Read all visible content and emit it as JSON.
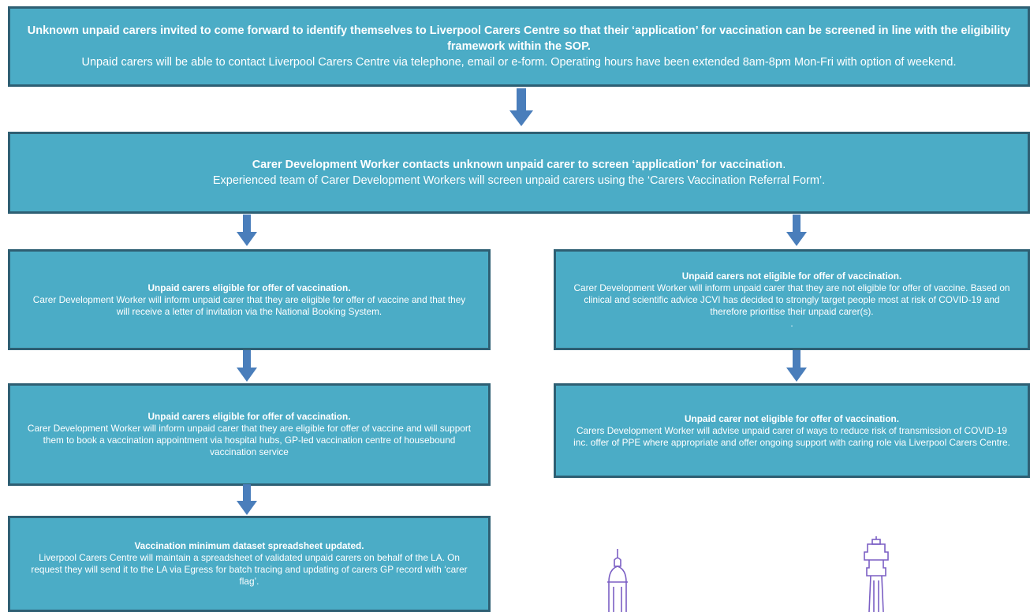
{
  "top_box": {
    "heading": "Unknown unpaid carers invited to come forward to identify themselves to Liverpool Carers Centre so that their ‘application’ for vaccination can be screened in line with the eligibility framework within the SOP.",
    "body": "Unpaid carers will be able to contact Liverpool Carers Centre via telephone, email or e-form. Operating hours have been extended 8am-8pm Mon-Fri with option of weekend."
  },
  "screen_box": {
    "heading": "Carer Development Worker contacts unknown unpaid carer to screen ‘application’ for vaccination",
    "heading_suffix": ".",
    "body": "Experienced team of Carer Development Workers will screen unpaid carers using the ‘Carers Vaccination Referral Form’."
  },
  "eligible_box_1": {
    "heading": "Unpaid carers eligible for offer of vaccination.",
    "body": "Carer Development Worker will inform unpaid carer that they are eligible for offer of vaccine and that they will receive a letter of invitation via the National Booking System."
  },
  "eligible_box_2": {
    "heading": "Unpaid carers eligible for offer of vaccination.",
    "body": "Carer Development Worker will inform unpaid carer that they are eligible for offer of vaccine and  will  support them to book a vaccination appointment via hospital hubs, GP-led vaccination centre of housebound vaccination service"
  },
  "dataset_box": {
    "heading": "Vaccination minimum dataset spreadsheet updated.",
    "body": "Liverpool Carers Centre will maintain a spreadsheet of validated unpaid carers on behalf of the LA. On request they will send it to the LA via Egress for batch tracing  and updating of carers GP record with ‘carer flag’."
  },
  "not_eligible_box_1": {
    "heading": "Unpaid carers not eligible for offer of vaccination.",
    "body": "Carer Development Worker will inform unpaid carer that they are not eligible for offer of vaccine. Based on clinical and scientific advice JCVI has decided to strongly target people most at risk of COVID-19 and  therefore prioritise  their unpaid carer(s).",
    "trailing": "."
  },
  "not_eligible_box_2": {
    "heading": "Unpaid carer not eligible for offer of vaccination.",
    "body": "Carers Development Worker will advise  unpaid carer of ways to reduce risk of transmission of COVID-19 inc. offer of PPE where appropriate and offer ongoing support with caring role via Liverpool Carers Centre."
  },
  "colors": {
    "box_fill": "#4bacc6",
    "box_border": "#2e5f73",
    "arrow": "#4a7ebb",
    "logo_outline": "#7b5fc4"
  },
  "icons": [
    "down-arrow-icon",
    "landmark-dome-logo",
    "landmark-tower-logo"
  ]
}
